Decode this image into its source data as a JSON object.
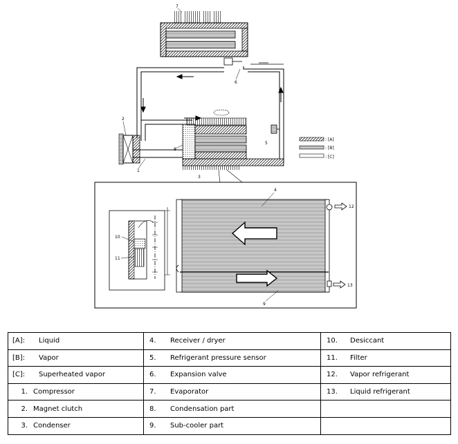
{
  "callouts": {
    "n1": "1",
    "n2": "2",
    "n3": "3",
    "n4": "4",
    "n5": "5",
    "n6": "6",
    "n7": "7",
    "n8": "8",
    "n9": "9",
    "n10": "10",
    "n11": "11",
    "n12": "12",
    "n13": "13"
  },
  "key_box": {
    "a": ": [A]",
    "b": ": [B]",
    "c": ": [C]"
  },
  "legend_rows": [
    [
      {
        "key": "[A]:",
        "label": "Liquid"
      },
      {
        "key": "4.",
        "label": "Receiver / dryer"
      },
      {
        "key": "10.",
        "label": "Desiccant"
      }
    ],
    [
      {
        "key": "[B]:",
        "label": "Vapor"
      },
      {
        "key": "5.",
        "label": "Refrigerant pressure sensor"
      },
      {
        "key": "11.",
        "label": "Filter"
      }
    ],
    [
      {
        "key": "[C]:",
        "label": "Superheated vapor"
      },
      {
        "key": "6.",
        "label": "Expansion valve"
      },
      {
        "key": "12.",
        "label": "Vapor refrigerant"
      }
    ],
    [
      {
        "key": "1.",
        "label": "Compressor"
      },
      {
        "key": "7.",
        "label": "Evaporator"
      },
      {
        "key": "13.",
        "label": "Liquid refrigerant"
      }
    ],
    [
      {
        "key": "2.",
        "label": "Magnet clutch"
      },
      {
        "key": "8.",
        "label": "Condensation part"
      },
      {
        "key": "",
        "label": ""
      }
    ],
    [
      {
        "key": "3.",
        "label": "Condenser"
      },
      {
        "key": "9.",
        "label": "Sub-cooler part"
      },
      {
        "key": "",
        "label": ""
      }
    ]
  ]
}
